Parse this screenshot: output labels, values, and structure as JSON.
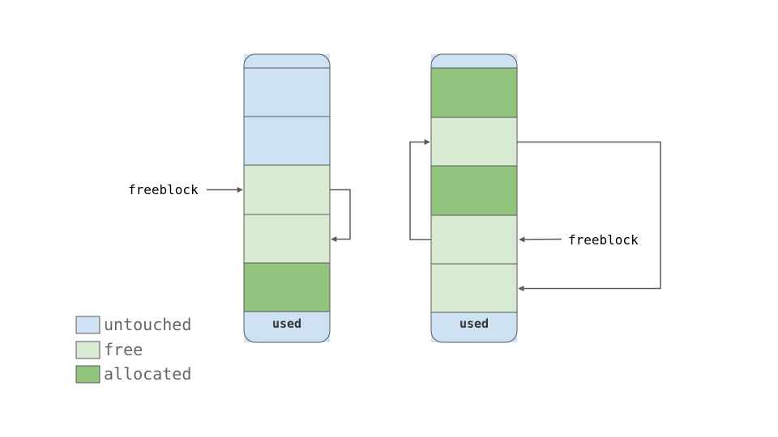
{
  "legend": [
    {
      "label": "untouched",
      "color": "#cfe2f3"
    },
    {
      "label": "free",
      "color": "#d9ead3"
    },
    {
      "label": "allocated",
      "color": "#93c47d"
    }
  ],
  "colors": {
    "untouched": "#cfe2f3",
    "free": "#d9ead3",
    "allocated": "#93c47d",
    "outline": "#595959",
    "arrow": "#595959",
    "text": "#000000",
    "legend_text": "#666666"
  },
  "blocks": [
    {
      "header": "",
      "slots": [
        "untouched",
        "untouched",
        "free",
        "free",
        "allocated"
      ],
      "footer": "used",
      "freeblock_label": "freeblock"
    },
    {
      "header": "",
      "slots": [
        "allocated",
        "free",
        "allocated",
        "free",
        "free"
      ],
      "footer": "used",
      "freeblock_label": "freeblock"
    }
  ]
}
